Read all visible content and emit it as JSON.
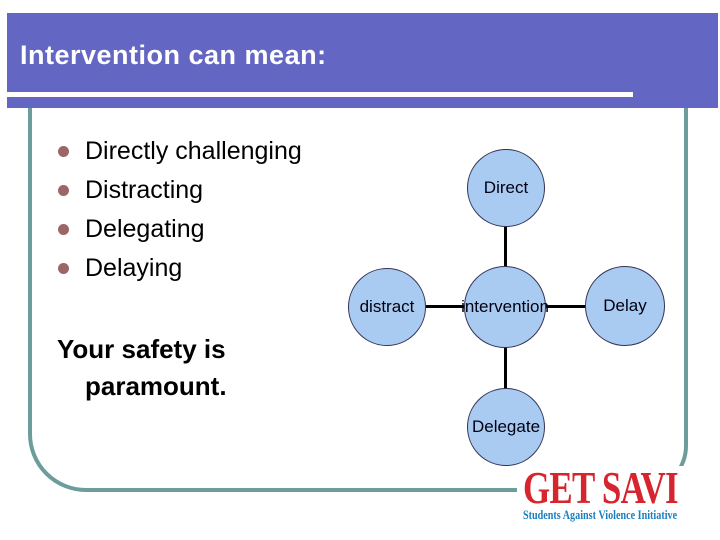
{
  "slide": {
    "title": "Intervention can mean:",
    "bullets": [
      "Directly challenging",
      "Distracting",
      "Delegating",
      "Delaying"
    ],
    "safety_note": {
      "line1": "Your safety is",
      "line2": "paramount."
    },
    "diagram": {
      "type": "radial-node-graph",
      "center_node": "intervention",
      "nodes": [
        {
          "id": "direct",
          "label": "Direct"
        },
        {
          "id": "distract",
          "label": "distract"
        },
        {
          "id": "intervention",
          "label": "intervention"
        },
        {
          "id": "delay",
          "label": "Delay"
        },
        {
          "id": "delegate",
          "label": "Delegate"
        }
      ],
      "edges": [
        {
          "from": "direct",
          "to": "intervention"
        },
        {
          "from": "distract",
          "to": "intervention"
        },
        {
          "from": "delay",
          "to": "intervention"
        },
        {
          "from": "delegate",
          "to": "intervention"
        }
      ]
    },
    "logo": {
      "name": "GET SAVI",
      "tagline": "Students Against Violence Initiative"
    },
    "colors": {
      "header_bg": "#6466c3",
      "frame_teal": "#6d9c9c",
      "bullet_dot": "#9c6666",
      "node_fill": "#a9cbf2",
      "node_border": "#333355",
      "edge": "#000000",
      "logo_red": "#d6252f",
      "logo_blue": "#1a7fc1",
      "title_text": "#ffffff",
      "body_text": "#000000"
    }
  }
}
